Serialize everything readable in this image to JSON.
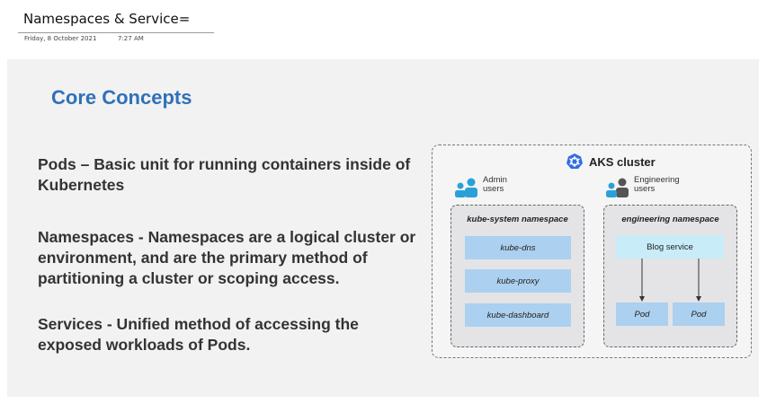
{
  "page": {
    "title": "Namespaces & Service=",
    "date": "Friday, 8 October 2021",
    "time": "7:27 AM"
  },
  "slide": {
    "heading": "Core Concepts",
    "concepts": [
      "Pods – Basic unit for running containers inside of Kubernetes",
      "Namespaces - Namespaces are a logical cluster or environment, and are the primary method of partitioning a cluster or scoping access.",
      "Services - Unified method of accessing the exposed workloads of Pods."
    ]
  },
  "diagram": {
    "title": "AKS cluster",
    "admin_users": "Admin users",
    "engineering_users": "Engineering users",
    "kube_system": {
      "title": "kube-system namespace",
      "items": [
        "kube-dns",
        "kube-proxy",
        "kube-dashboard"
      ]
    },
    "engineering": {
      "title": "engineering namespace",
      "service": "Blog service",
      "pods": [
        "Pod",
        "Pod"
      ]
    },
    "colors": {
      "heading": "#2f71b8",
      "kube_logo": "#326ce5",
      "user_icon": "#2aa0d8",
      "service_fill": "#c8ecf8",
      "item_fill": "#acd0ef"
    }
  }
}
